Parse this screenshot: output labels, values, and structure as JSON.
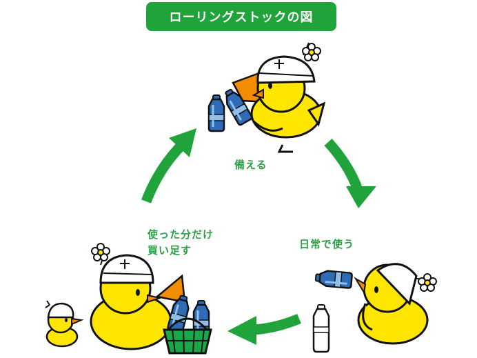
{
  "title": "ローリングストックの図",
  "steps": {
    "prepare": "備える",
    "use_daily": "日常で使う",
    "buy_line1": "使った分だけ",
    "buy_line2": "買い足す"
  },
  "colors": {
    "accent": "#1FA33A",
    "text_green": "#2E9E46",
    "chick_yellow": "#FFE600",
    "beak_orange": "#F28C00",
    "bottle_blue": "#2F6CB5",
    "basket_green": "#19A84A"
  },
  "icons": [
    "cycle-arrow-icon",
    "chick-character",
    "water-bottle-icon",
    "shopping-basket-icon",
    "flower-icon"
  ]
}
